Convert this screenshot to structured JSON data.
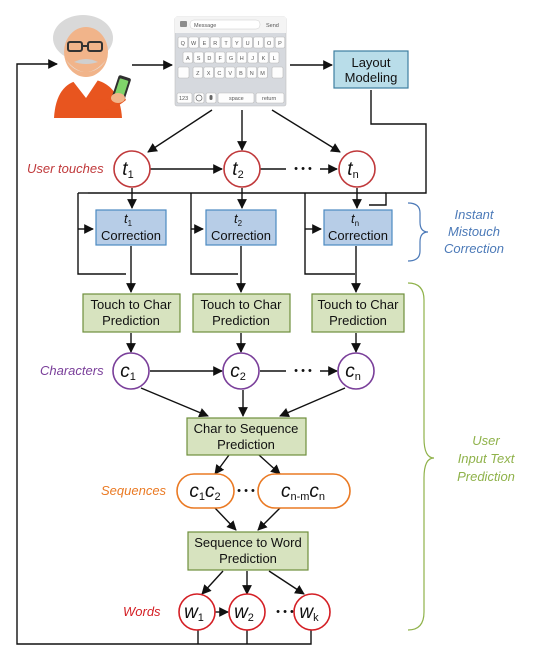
{
  "labels": {
    "user_touches": "User touches",
    "characters": "Characters",
    "sequences": "Sequences",
    "words": "Words",
    "instant": [
      "Instant",
      "Mistouch",
      "Correction"
    ],
    "user_input": [
      "User",
      "Input Text",
      "Prediction"
    ]
  },
  "boxes": {
    "layout": [
      "Layout",
      "Modeling"
    ],
    "correction": "Correction",
    "touch_to_char": [
      "Touch to Char",
      "Prediction"
    ],
    "char_to_seq": [
      "Char to Sequence",
      "Prediction"
    ],
    "seq_to_word": [
      "Sequence to Word",
      "Prediction"
    ]
  },
  "touch_nodes": [
    {
      "main": "t",
      "sub": "1"
    },
    {
      "main": "t",
      "sub": "2"
    },
    {
      "main": "t",
      "sub": "n"
    }
  ],
  "char_nodes": [
    {
      "main": "c",
      "sub": "1"
    },
    {
      "main": "c",
      "sub": "2"
    },
    {
      "main": "c",
      "sub": "n"
    }
  ],
  "seq_nodes": [
    {
      "a": "c",
      "a_sub": "1",
      "b": "c",
      "b_sub": "2"
    },
    {
      "a": "c",
      "a_sub": "n-m",
      "b": "c",
      "b_sub": "n"
    }
  ],
  "word_nodes": [
    {
      "main": "w",
      "sub": "1"
    },
    {
      "main": "w",
      "sub": "2"
    },
    {
      "main": "w",
      "sub": "k"
    }
  ],
  "ellipsis": "• • •",
  "keyboard": {
    "top_left": "Message",
    "send": "Send",
    "row1": [
      "Q",
      "W",
      "E",
      "R",
      "T",
      "Y",
      "U",
      "I",
      "O",
      "P"
    ],
    "row2": [
      "A",
      "S",
      "D",
      "F",
      "G",
      "H",
      "J",
      "K",
      "L"
    ],
    "row3": [
      "Z",
      "X",
      "C",
      "V",
      "B",
      "N",
      "M"
    ],
    "num_key": "123",
    "space": "space",
    "return": "return"
  },
  "colors": {
    "touch": "#c0393b",
    "char": "#7a3f9a",
    "seq": "#ea7a24",
    "word": "#d41f25",
    "blue_box": "#4c8ac2",
    "blue_fill": "#b7cde7",
    "green_box": "#6f8f3d",
    "green_fill": "#d7e3bf",
    "layout_fill": "#b9dde9",
    "layout_border": "#3e7fa1",
    "instant_text": "#4c7ab8",
    "user_text": "#8fb24a"
  }
}
